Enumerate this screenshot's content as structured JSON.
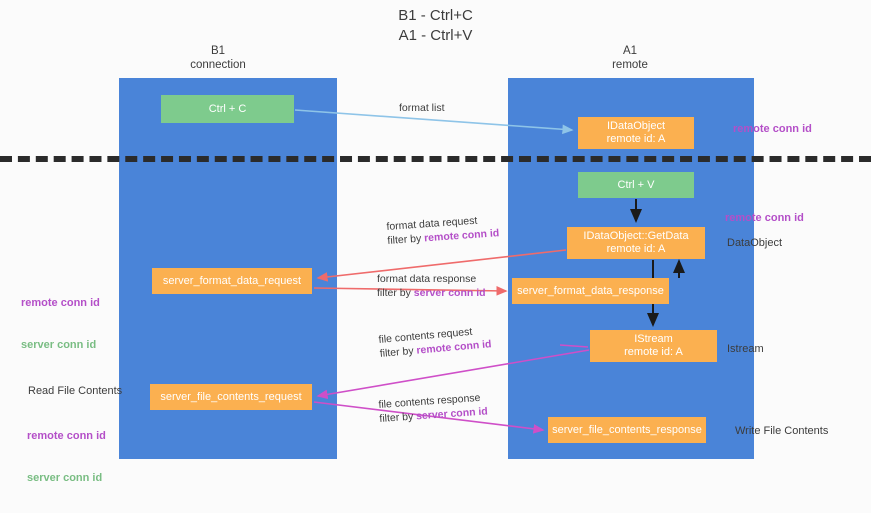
{
  "title": "B1 - Ctrl+C\nA1 - Ctrl+V",
  "columns": {
    "left": "B1\nconnection",
    "right": "A1\nremote"
  },
  "boxes": {
    "ctrl_c": "Ctrl + C",
    "idataobject_line1": "IDataObject",
    "idataobject_line2": "remote id: A",
    "ctrl_v": "Ctrl + V",
    "getdata_line1": "IDataObject::GetData",
    "getdata_line2": "remote id: A",
    "server_format_data_request": "server_format_data_request",
    "server_format_data_response": "server_format_data_response",
    "istream_line1": "IStream",
    "istream_line2": "remote id: A",
    "server_file_contents_request": "server_file_contents_request",
    "server_file_contents_response": "server_file_contents_response"
  },
  "side_labels": {
    "remote_conn_id_top": "remote conn id",
    "remote_conn_id_mid": "remote conn id",
    "dataobject": "DataObject",
    "istream": "Istream",
    "write_file_contents": "Write File Contents",
    "read_file_contents": "Read File Contents",
    "left_remote_conn_id_1": "remote conn id",
    "left_server_conn_id_1": "server conn id",
    "left_remote_conn_id_2": "remote conn id",
    "left_server_conn_id_2": "server conn id"
  },
  "connectors": {
    "format_list": "format list",
    "format_data_request": "format data request",
    "format_data_request_filter_prefix": "filter by ",
    "format_data_request_filter_key": "remote conn id",
    "format_data_response": "format data response",
    "format_data_response_filter_prefix": "filter by ",
    "format_data_response_filter_key": "server conn id",
    "file_contents_request": "file contents request",
    "file_contents_request_filter_prefix": "filter by ",
    "file_contents_request_filter_key": "remote conn id",
    "file_contents_response": "file contents response",
    "file_contents_response_filter_prefix": "filter by ",
    "file_contents_response_filter_key": "server conn id"
  },
  "colors": {
    "lane": "#4a84d8",
    "green_box": "#7ecb8d",
    "orange_box": "#fbb050",
    "purple": "#b44fc8",
    "green_text": "#79bd83",
    "arrow_blue": "#8ec4e8",
    "arrow_red": "#ef6b6b",
    "arrow_magenta": "#cf4fc8",
    "arrow_black": "#1a1a1a",
    "divider": "#2b2b2b"
  }
}
